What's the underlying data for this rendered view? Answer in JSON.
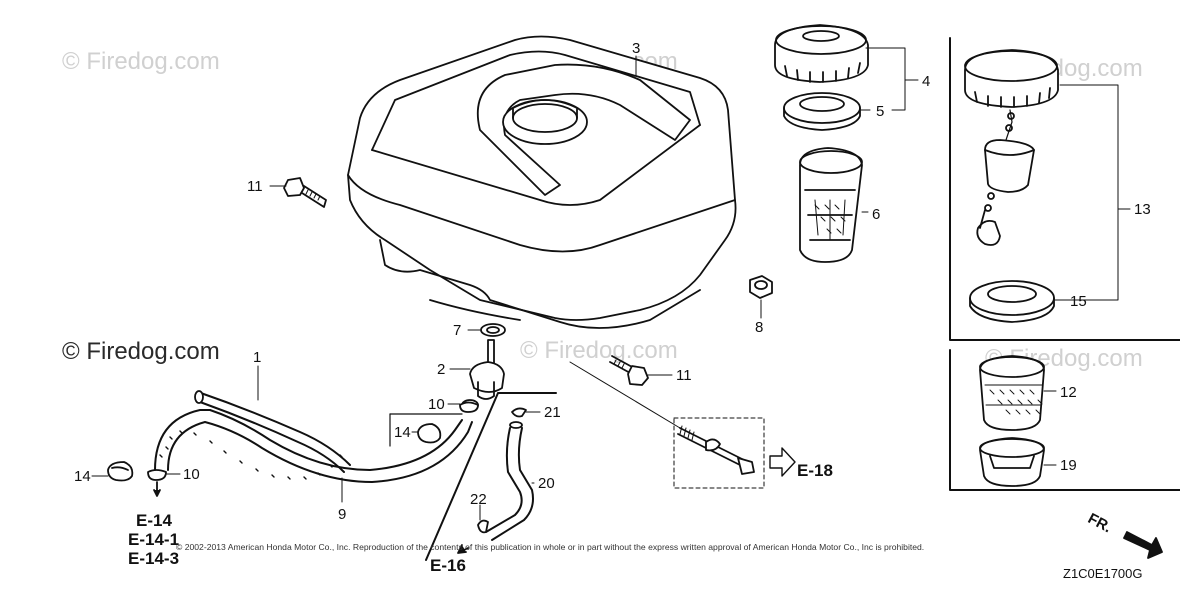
{
  "watermarks": {
    "faint_1": "© Firedog.com",
    "faint_2": "© Firedog.com",
    "faint_3": "© Firedog.com",
    "faint_4": "© Firedog.com",
    "faint_5": "© Firedog.com",
    "dark": "© Firedog.com"
  },
  "callouts": {
    "n1": "1",
    "n2": "2",
    "n3": "3",
    "n4": "4",
    "n5": "5",
    "n6": "6",
    "n7": "7",
    "n8": "8",
    "n9": "9",
    "n10a": "10",
    "n10b": "10",
    "n11a": "11",
    "n11b": "11",
    "n12": "12",
    "n13": "13",
    "n14a": "14",
    "n14b": "14",
    "n15": "15",
    "n19": "19",
    "n20": "20",
    "n21": "21",
    "n22": "22"
  },
  "references": {
    "e18": "E-18",
    "e14": "E-14",
    "e14_1": "E-14-1",
    "e14_3": "E-14-3",
    "e16": "E-16"
  },
  "copyright": "© 2002-2013 American Honda Motor Co., Inc. Reproduction of the contents of this publication in whole or in part without the express written approval of American Honda Motor Co., Inc is prohibited.",
  "diagram_code": "Z1C0E1700G",
  "front_indicator": "FR."
}
